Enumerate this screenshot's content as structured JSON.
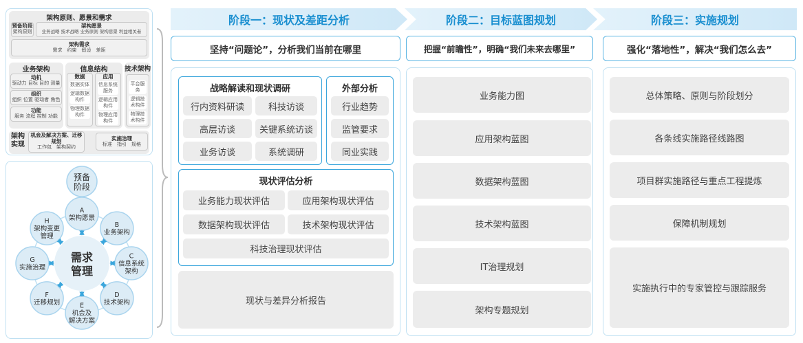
{
  "left_top": {
    "title": "架构原则、愿景和需求",
    "prep": {
      "title": "预备阶段",
      "items": "架构原则"
    },
    "vision": {
      "title": "架构愿景",
      "items": "业务战略 技术战略 业务原则 架构愿景 利益相关者"
    },
    "req": {
      "title": "架构需求",
      "items": "需求　约束　假设　差距"
    },
    "business": {
      "title": "业务架构",
      "groups": [
        {
          "title": "动机",
          "items": "驱动力 目标 目的 测量"
        },
        {
          "title": "组织",
          "items": "组织 位置 驱动者 角色"
        },
        {
          "title": "功能",
          "items": "服务 流程 控制 功能"
        }
      ]
    },
    "info": {
      "title": "信息结构",
      "data": {
        "title": "数据",
        "items": [
          "数据实体",
          "逻辑数据构件",
          "物理数据构件"
        ]
      },
      "app": {
        "title": "应用",
        "items": [
          "信息系统服务",
          "逻辑应用构件",
          "物理应用构件"
        ]
      }
    },
    "tech": {
      "title": "技术架构",
      "items": [
        "平台服务",
        "逻辑技术构件",
        "物理技术构件"
      ]
    },
    "impl": {
      "title": "架构实现",
      "opp": {
        "title": "机会及解决方案、迁移规划",
        "items": "工作包　架构契约"
      },
      "gov": {
        "title": "实施治理",
        "items": "标准　指引　规格"
      }
    }
  },
  "cycle": {
    "center": [
      "需求",
      "管理"
    ],
    "prep": [
      "预备",
      "阶段"
    ],
    "nodes": [
      {
        "letter": "A",
        "label": [
          "架构愿景"
        ]
      },
      {
        "letter": "B",
        "label": [
          "业务架构"
        ]
      },
      {
        "letter": "C",
        "label": [
          "信息系统",
          "架构"
        ]
      },
      {
        "letter": "D",
        "label": [
          "技术架构"
        ]
      },
      {
        "letter": "E",
        "label": [
          "机会及",
          "解决方案"
        ]
      },
      {
        "letter": "F",
        "label": [
          "迁移规划"
        ]
      },
      {
        "letter": "G",
        "label": [
          "实施治理"
        ]
      },
      {
        "letter": "H",
        "label": [
          "架构变更",
          "管理"
        ]
      }
    ],
    "color": "#3ba6dc"
  },
  "stages": [
    {
      "title": "阶段一：现状及差距分析",
      "slogan": "坚持“问题论”，分析我们当前在哪里"
    },
    {
      "title": "阶段二：目标蓝图规划",
      "slogan": "把握“前瞻性”，明确“我们未来去哪里”"
    },
    {
      "title": "阶段三：实施规划",
      "slogan": "强化“落地性”，解决“我们怎么去”"
    }
  ],
  "stage1": {
    "strategy": {
      "title": "战略解读和现状调研",
      "items": [
        "行内资料研读",
        "科技访谈",
        "高层访谈",
        "关键系统访谈",
        "业务访谈",
        "系统调研"
      ]
    },
    "external": {
      "title": "外部分析",
      "items": [
        "行业趋势",
        "监管要求",
        "同业实践"
      ]
    },
    "evaluation": {
      "title": "现状评估分析",
      "items": [
        "业务能力现状评估",
        "应用架构现状评估",
        "数据架构现状评估",
        "技术架构现状评估",
        "科技治理现状评估"
      ]
    },
    "report": "现状与差异分析报告"
  },
  "stage2": {
    "items": [
      "业务能力图",
      "应用架构蓝图",
      "数据架构蓝图",
      "技术架构蓝图",
      "IT治理规划",
      "架构专题规划"
    ]
  },
  "stage3": {
    "items": [
      "总体策略、原则与阶段划分",
      "各条线实施路径线路图",
      "项目群实施路径与重点工程提炼",
      "保障机制规划",
      "实施执行中的专家管控与跟踪服务"
    ]
  }
}
